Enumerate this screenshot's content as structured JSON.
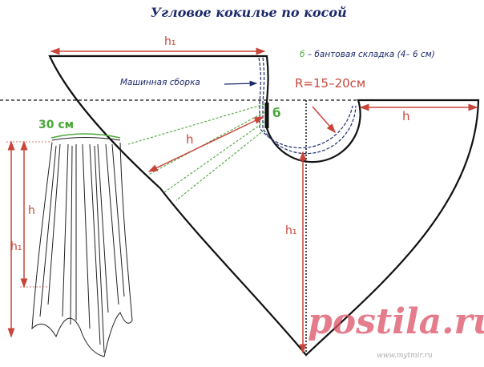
{
  "title": "Угловое кокилье по косой",
  "note": {
    "marker": "б",
    "text": " – бантовая складка (4– 6 см)"
  },
  "labels": {
    "h1_top": "h₁",
    "h1_vertical": "h₁",
    "h_right": "h",
    "h_diag": "h",
    "radius": "R=15–20см",
    "pleat": "б",
    "machine_gather": "Машинная сборка",
    "width": "30 см",
    "skirt_h": "h",
    "skirt_h1": "h₁"
  },
  "watermark": {
    "logo": "postila.ru",
    "url": "www.mytmir.ru"
  },
  "colors": {
    "outline": "#111111",
    "dimension": "#c8453a",
    "pleat_lines": "#4aa838",
    "stitch": "#1c2a6b"
  }
}
